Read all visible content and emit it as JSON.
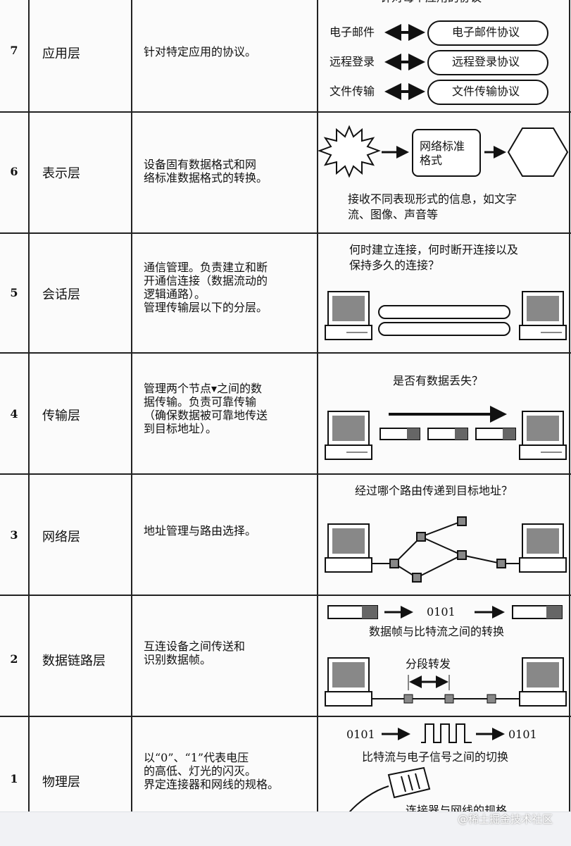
{
  "layers": [
    {
      "num": "7",
      "name": "应用层",
      "desc": [
        "针对特定应用的协议。"
      ],
      "fig": {
        "top": "针对每个应用的协议",
        "pairs": [
          {
            "left": "电子邮件",
            "right": "电子邮件协议"
          },
          {
            "left": "远程登录",
            "right": "远程登录协议"
          },
          {
            "left": "文件传输",
            "right": "文件传输协议"
          }
        ]
      }
    },
    {
      "num": "6",
      "name": "表示层",
      "desc": [
        "设备固有数据格式和网",
        "络标准数据格式的转换。"
      ],
      "fig": {
        "box": [
          "网络标准",
          "格式"
        ],
        "caption": [
          "接收不同表现形式的信息，如文字",
          "流、图像、声音等"
        ]
      }
    },
    {
      "num": "5",
      "name": "会话层",
      "desc": [
        "通信管理。负责建立和断",
        "开通信连接（数据流动的",
        "逻辑通路）。",
        "管理传输层以下的分层。"
      ],
      "fig": {
        "caption": [
          "何时建立连接，何时断开连接以及",
          "保持多久的连接？"
        ]
      }
    },
    {
      "num": "4",
      "name": "传输层",
      "desc": [
        "管理两个节点▾之间的数",
        "据传输。负责可靠传输",
        "（确保数据被可靠地传送",
        "到目标地址）。"
      ],
      "fig": {
        "caption": [
          "是否有数据丢失？"
        ]
      }
    },
    {
      "num": "3",
      "name": "网络层",
      "desc": [
        "地址管理与路由选择。"
      ],
      "fig": {
        "caption": [
          "经过哪个路由传递到目标地址？"
        ]
      }
    },
    {
      "num": "2",
      "name": "数据链路层",
      "desc": [
        "互连设备之间传送和",
        "识别数据帧。"
      ],
      "fig": {
        "bits": "0101",
        "caption": [
          "数据帧与比特流之间的转换"
        ],
        "segment": "分段转发"
      }
    },
    {
      "num": "1",
      "name": "物理层",
      "desc": [
        "以“0”、“1”代表电压",
        "的高低、灯光的闪灭。",
        "界定连接器和网线的规格。"
      ],
      "fig": {
        "bits_left": "0101",
        "bits_right": "0101",
        "caption": [
          "比特流与电子信号之间的切换"
        ],
        "bottom": "连接器与网线的规格"
      }
    }
  ],
  "watermark": "@稀土掘金技术社区",
  "icons": {
    "computer": "computer-icon",
    "connector": "rj45-connector-icon",
    "burst": "burst-shape-icon",
    "hexagon": "hexagon-icon"
  }
}
